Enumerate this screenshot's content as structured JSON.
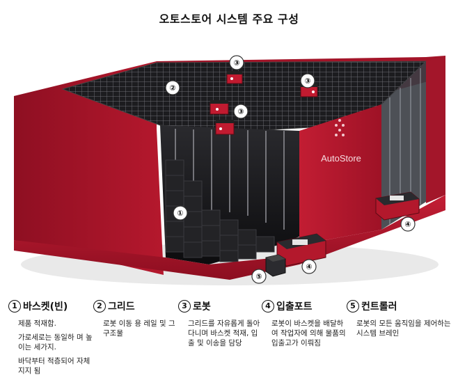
{
  "title": "오토스토어 시스템 주요 구성",
  "brand": {
    "name": "AutoStore",
    "wall_color": "#b8182f"
  },
  "callouts": [
    "①",
    "②",
    "③",
    "③",
    "③",
    "④",
    "④",
    "⑤"
  ],
  "legend": [
    {
      "num": "1",
      "title": "바스켓(빈)",
      "desc": [
        "제품 적재함.",
        "가로세로는 동일하 며 높이는 세가지.",
        "바닥부터 적층되어 자체지지 됨"
      ]
    },
    {
      "num": "2",
      "title": "그리드",
      "desc": [
        "로봇 이동 용 레일 및 그 구조물"
      ]
    },
    {
      "num": "3",
      "title": "로봇",
      "desc": [
        "그리드를 자유롭게 돌아다니며 바스켓 적재, 입출 및 이송을 담당"
      ]
    },
    {
      "num": "4",
      "title": "입출포트",
      "desc": [
        "로봇이 바스켓을 배달하여 작업자에 의해 물품의 입출고가 이뤄짐"
      ]
    },
    {
      "num": "5",
      "title": "컨트롤러",
      "desc": [
        "로봇의 모든 움직임을 제어하는 시스템 브레인"
      ]
    }
  ]
}
